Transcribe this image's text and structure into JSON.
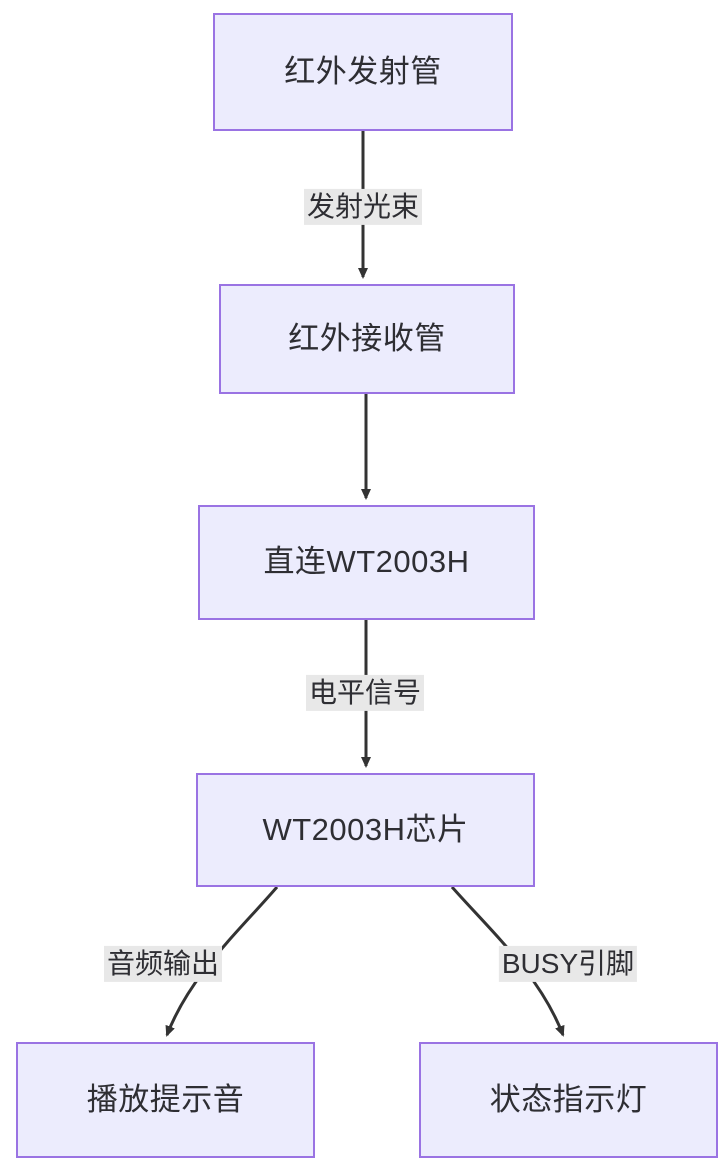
{
  "diagram": {
    "type": "flowchart",
    "direction": "top-down",
    "colors": {
      "node_fill": "#ececfd",
      "node_border": "#9a73e3",
      "node_text": "#2e2e33",
      "edge_line": "#333333",
      "edge_label_bg": "#e8e8e8",
      "canvas_bg": "#ffffff"
    },
    "nodes": [
      {
        "id": "n1",
        "label": "红外发射管"
      },
      {
        "id": "n2",
        "label": "红外接收管"
      },
      {
        "id": "n3",
        "label": "直连WT2003H"
      },
      {
        "id": "n4",
        "label": "WT2003H芯片"
      },
      {
        "id": "n5",
        "label": "播放提示音"
      },
      {
        "id": "n6",
        "label": "状态指示灯"
      }
    ],
    "edges": [
      {
        "id": "e1",
        "from": "n1",
        "to": "n2",
        "label": "发射光束",
        "style": "straight-arrow"
      },
      {
        "id": "e2",
        "from": "n2",
        "to": "n3",
        "label": "",
        "style": "straight-arrow"
      },
      {
        "id": "e3",
        "from": "n3",
        "to": "n4",
        "label": "电平信号",
        "style": "straight-arrow"
      },
      {
        "id": "e4",
        "from": "n4",
        "to": "n5",
        "label": "音频输出",
        "style": "curved-arrow"
      },
      {
        "id": "e5",
        "from": "n4",
        "to": "n6",
        "label": "BUSY引脚",
        "style": "curved-arrow"
      }
    ]
  }
}
